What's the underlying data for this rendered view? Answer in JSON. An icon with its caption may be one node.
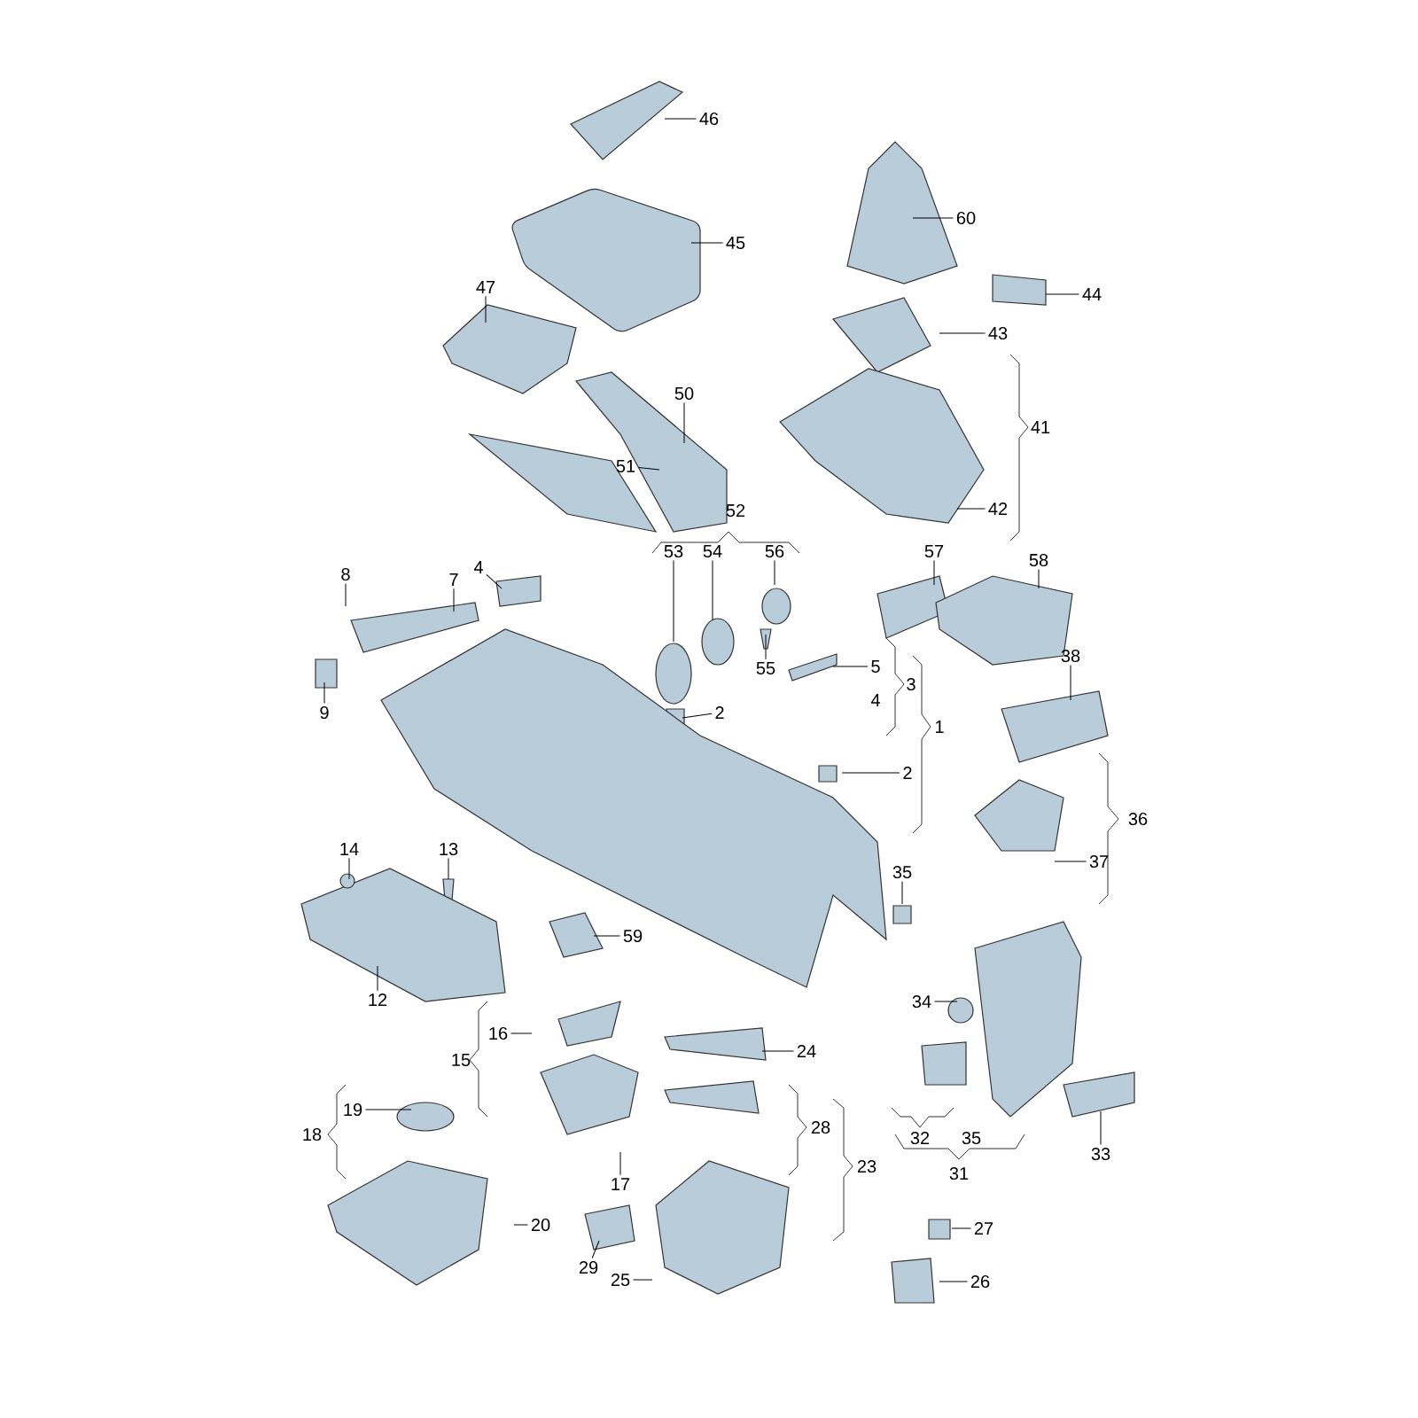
{
  "diagram": {
    "nodes": [
      {
        "text": [
          "46"
        ]
      },
      {
        "text": [
          "45"
        ]
      },
      {
        "text": [
          "60"
        ]
      },
      {
        "text": [
          "47"
        ]
      },
      {
        "text": [
          "44"
        ]
      },
      {
        "text": [
          "43"
        ]
      },
      {
        "text": [
          "50"
        ]
      },
      {
        "text": [
          "51"
        ]
      },
      {
        "text": [
          "42"
        ]
      },
      {
        "text": [
          "53"
        ]
      },
      {
        "text": [
          "54"
        ]
      },
      {
        "text": [
          "56"
        ]
      },
      {
        "text": [
          "57"
        ]
      },
      {
        "text": [
          "58"
        ]
      },
      {
        "text": [
          "8"
        ]
      },
      {
        "text": [
          "7"
        ]
      },
      {
        "text": [
          "4"
        ]
      },
      {
        "text": [
          "55"
        ]
      },
      {
        "text": [
          "5"
        ]
      },
      {
        "text": [
          "38"
        ]
      },
      {
        "text": [
          "9"
        ]
      },
      {
        "text": [
          "2"
        ]
      },
      {
        "text": [
          "2"
        ]
      },
      {
        "text": [
          "14"
        ]
      },
      {
        "text": [
          "13"
        ]
      },
      {
        "text": [
          "37"
        ]
      },
      {
        "text": [
          "35"
        ]
      },
      {
        "text": [
          "59"
        ]
      },
      {
        "text": [
          "12"
        ]
      },
      {
        "text": [
          "34"
        ]
      },
      {
        "text": [
          "16"
        ]
      },
      {
        "text": [
          "24"
        ]
      },
      {
        "text": [
          "19"
        ]
      },
      {
        "text": [
          "33"
        ]
      },
      {
        "text": [
          "17"
        ]
      },
      {
        "text": [
          "20"
        ]
      },
      {
        "text": [
          "27"
        ]
      },
      {
        "text": [
          "29"
        ]
      },
      {
        "text": [
          "25"
        ]
      },
      {
        "text": [
          "26"
        ]
      }
    ],
    "edges": [
      {
        "from": 0,
        "to": null,
        "arrow": "none"
      },
      {
        "from": 1,
        "to": null,
        "arrow": "none"
      },
      {
        "from": 2,
        "to": null,
        "arrow": "none"
      },
      {
        "from": 3,
        "to": null,
        "arrow": "none"
      },
      {
        "from": 4,
        "to": null,
        "arrow": "none"
      },
      {
        "from": 5,
        "to": null,
        "arrow": "none"
      },
      {
        "from": 6,
        "to": null,
        "arrow": "none"
      },
      {
        "from": 7,
        "to": null,
        "arrow": "none"
      },
      {
        "from": 8,
        "to": null,
        "arrow": "none"
      },
      {
        "from": 9,
        "to": null,
        "arrow": "none"
      },
      {
        "from": 10,
        "to": null,
        "arrow": "none"
      },
      {
        "from": 11,
        "to": null,
        "arrow": "none"
      },
      {
        "from": 12,
        "to": null,
        "arrow": "none"
      },
      {
        "from": 13,
        "to": null,
        "arrow": "none"
      },
      {
        "from": 14,
        "to": null,
        "arrow": "none"
      },
      {
        "from": 15,
        "to": null,
        "arrow": "none"
      },
      {
        "from": 16,
        "to": null,
        "arrow": "none"
      },
      {
        "from": 17,
        "to": null,
        "arrow": "none"
      },
      {
        "from": 18,
        "to": null,
        "arrow": "none"
      },
      {
        "from": 19,
        "to": null,
        "arrow": "none"
      },
      {
        "from": 20,
        "to": null,
        "arrow": "none"
      },
      {
        "from": 21,
        "to": null,
        "arrow": "none"
      },
      {
        "from": 22,
        "to": null,
        "arrow": "none"
      },
      {
        "from": 23,
        "to": null,
        "arrow": "none"
      },
      {
        "from": 24,
        "to": null,
        "arrow": "none"
      },
      {
        "from": 25,
        "to": null,
        "arrow": "none"
      },
      {
        "from": 26,
        "to": null,
        "arrow": "none"
      },
      {
        "from": 27,
        "to": null,
        "arrow": "none"
      },
      {
        "from": 28,
        "to": null,
        "arrow": "none"
      },
      {
        "from": 29,
        "to": null,
        "arrow": "none"
      },
      {
        "from": 30,
        "to": null,
        "arrow": "none"
      },
      {
        "from": 31,
        "to": null,
        "arrow": "none"
      },
      {
        "from": 32,
        "to": null,
        "arrow": "none"
      },
      {
        "from": 33,
        "to": null,
        "arrow": "none"
      },
      {
        "from": 34,
        "to": null,
        "arrow": "none"
      },
      {
        "from": 35,
        "to": null,
        "arrow": "none"
      },
      {
        "from": 36,
        "to": null,
        "arrow": "none"
      },
      {
        "from": 37,
        "to": null,
        "arrow": "none"
      },
      {
        "from": 38,
        "to": null,
        "arrow": "none"
      },
      {
        "from": 39,
        "to": null,
        "arrow": "none"
      }
    ],
    "labels": [
      "41",
      "52",
      "4",
      "3",
      "1",
      "36",
      "15",
      "18",
      "28",
      "23",
      "32",
      "35",
      "31"
    ]
  }
}
